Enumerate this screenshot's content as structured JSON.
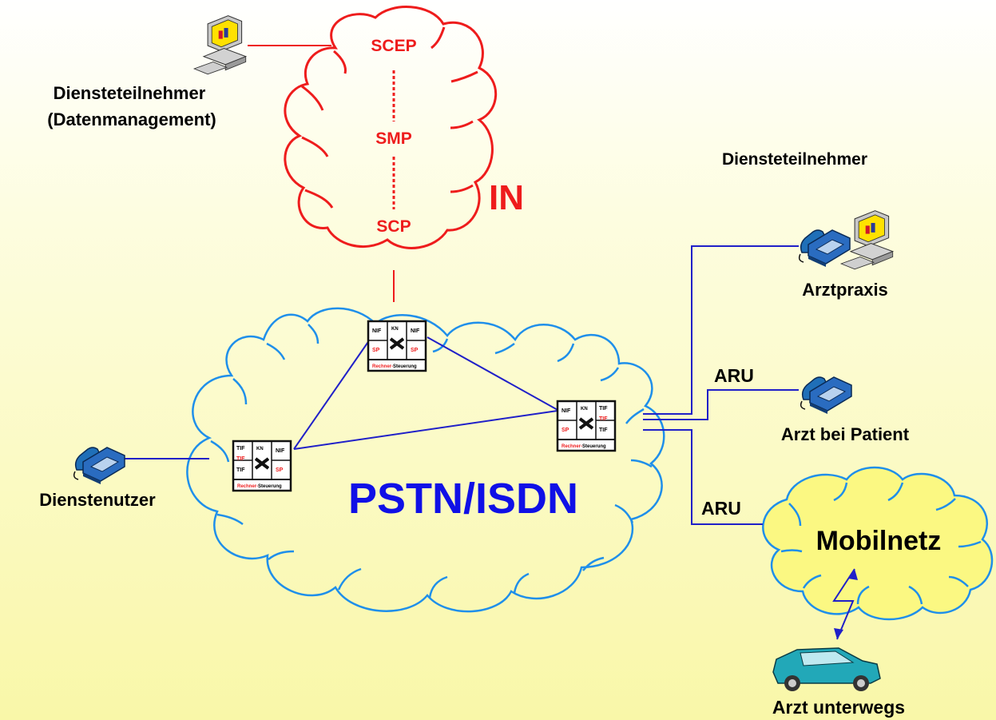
{
  "in_network": {
    "name": "IN",
    "nodes": [
      "SCEP",
      "SMP",
      "SCP"
    ]
  },
  "pstn": {
    "name": "PSTN/ISDN"
  },
  "mobile": {
    "name": "Mobilnetz"
  },
  "labels": {
    "subscriber_data": [
      "Diensteteilnehmer",
      "(Datenmanagement)"
    ],
    "subscriber": "Diensteteilnehmer",
    "practice": "Arztpraxis",
    "doctor_patient": "Arzt bei Patient",
    "service_user": "Dienstenutzer",
    "doctor_mobile": "Arzt unterwegs",
    "aru1": "ARU",
    "aru2": "ARU"
  },
  "exchange": {
    "nif": "NIF",
    "kn": "KN",
    "sp": "SP",
    "tif": "TIF",
    "control_a": "Rechner-",
    "control_b": "Steuerung"
  },
  "colors": {
    "in_red": "#ee1c1c",
    "pstn_blue": "#1f8fea",
    "label_blue": "#1010e6",
    "mobile_fill": "#fbf882"
  }
}
